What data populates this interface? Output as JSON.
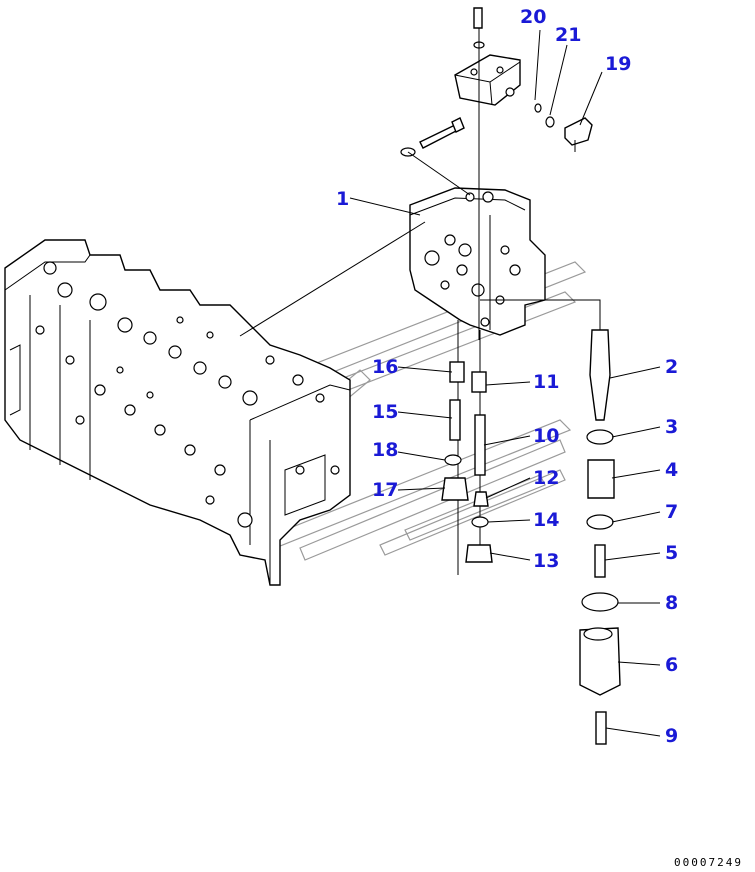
{
  "diagram": {
    "callouts": [
      {
        "id": "c1",
        "text": "1"
      },
      {
        "id": "c2",
        "text": "2"
      },
      {
        "id": "c3",
        "text": "3"
      },
      {
        "id": "c4",
        "text": "4"
      },
      {
        "id": "c5",
        "text": "5"
      },
      {
        "id": "c6",
        "text": "6"
      },
      {
        "id": "c7",
        "text": "7"
      },
      {
        "id": "c8",
        "text": "8"
      },
      {
        "id": "c9",
        "text": "9"
      },
      {
        "id": "c10",
        "text": "10"
      },
      {
        "id": "c11",
        "text": "11"
      },
      {
        "id": "c12",
        "text": "12"
      },
      {
        "id": "c13",
        "text": "13"
      },
      {
        "id": "c14",
        "text": "14"
      },
      {
        "id": "c15",
        "text": "15"
      },
      {
        "id": "c16",
        "text": "16"
      },
      {
        "id": "c17",
        "text": "17"
      },
      {
        "id": "c18",
        "text": "18"
      },
      {
        "id": "c19",
        "text": "19"
      },
      {
        "id": "c20",
        "text": "20"
      },
      {
        "id": "c21",
        "text": "21"
      }
    ],
    "doc_number": "00007249",
    "colors": {
      "callout": "#1a1ad6",
      "line": "#000000",
      "watermark": "#9a9a9a"
    }
  }
}
